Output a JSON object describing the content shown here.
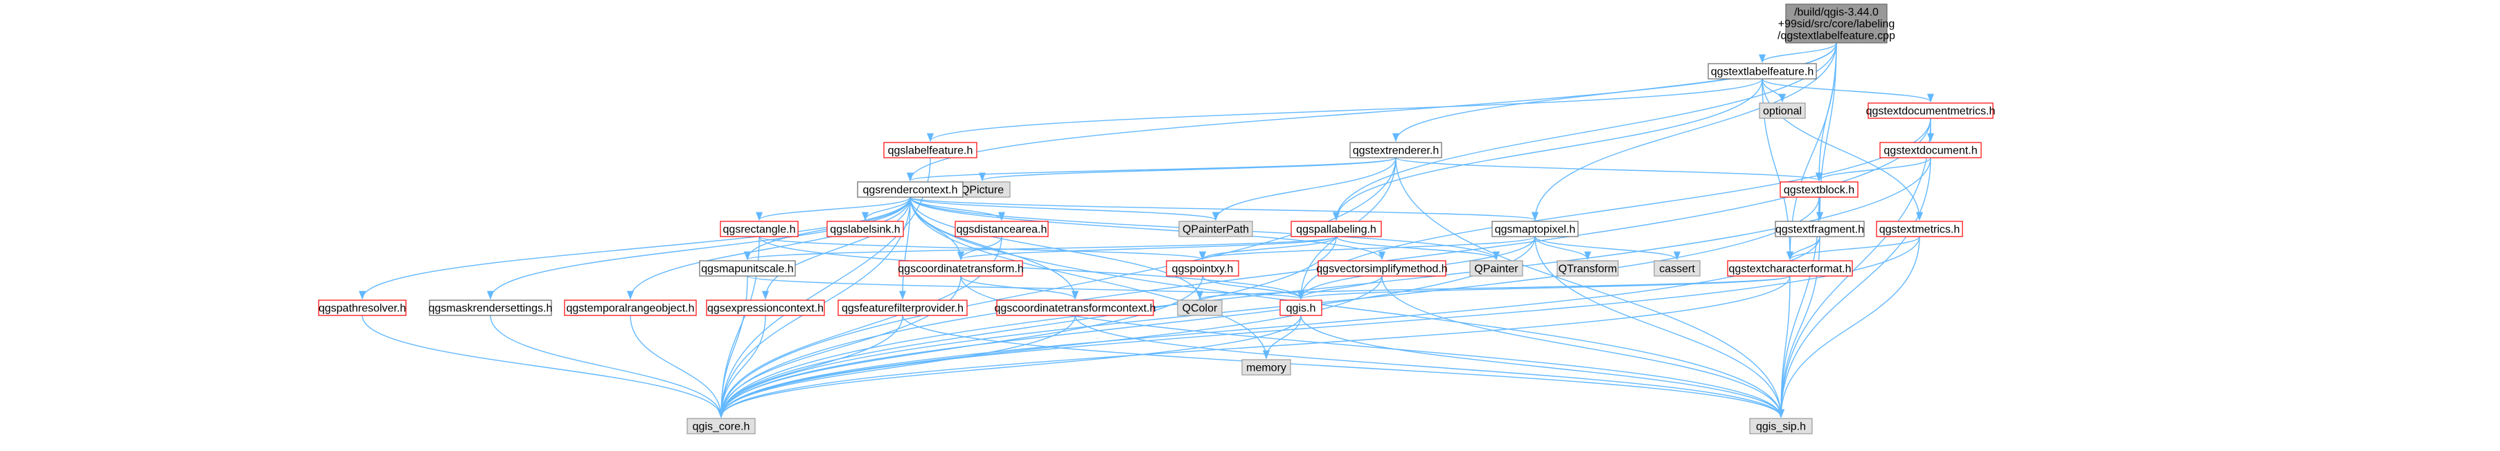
{
  "colors": {
    "root_fill": "#999999",
    "normal_fill": "#ffffff",
    "normal_stroke": "#666666",
    "red_stroke": "#ff0000",
    "gray_fill": "#e0e0e0",
    "gray_stroke": "#999999",
    "edge": "#63b8ff"
  },
  "nodes": [
    {
      "id": "root",
      "lines": [
        "/build/qgis-3.44.0",
        "+99sid/src/core/labeling",
        "/qgstextlabelfeature.cpp"
      ],
      "kind": "root"
    },
    {
      "id": "qgstextlabelfeature",
      "lines": [
        "qgstextlabelfeature.h"
      ],
      "kind": "normal"
    },
    {
      "id": "optional",
      "lines": [
        "optional"
      ],
      "kind": "gray"
    },
    {
      "id": "qgstextdocumentmetrics",
      "lines": [
        "qgstextdocumentmetrics.h"
      ],
      "kind": "red"
    },
    {
      "id": "qgslabelfeature",
      "lines": [
        "qgslabelfeature.h"
      ],
      "kind": "red"
    },
    {
      "id": "qgstextrenderer",
      "lines": [
        "qgstextrenderer.h"
      ],
      "kind": "normal"
    },
    {
      "id": "qgstextdocument",
      "lines": [
        "qgstextdocument.h"
      ],
      "kind": "red"
    },
    {
      "id": "qpicture",
      "lines": [
        "QPicture"
      ],
      "kind": "gray"
    },
    {
      "id": "qgsrendercontext",
      "lines": [
        "qgsrendercontext.h"
      ],
      "kind": "normal"
    },
    {
      "id": "qgstextblock",
      "lines": [
        "qgstextblock.h"
      ],
      "kind": "red"
    },
    {
      "id": "qgsrectangle",
      "lines": [
        "qgsrectangle.h"
      ],
      "kind": "red"
    },
    {
      "id": "qgslabelsink",
      "lines": [
        "qgslabelsink.h"
      ],
      "kind": "red"
    },
    {
      "id": "qgsdistancearea",
      "lines": [
        "qgsdistancearea.h"
      ],
      "kind": "red"
    },
    {
      "id": "qpainterpath",
      "lines": [
        "QPainterPath"
      ],
      "kind": "gray"
    },
    {
      "id": "qgspallabeling",
      "lines": [
        "qgspallabeling.h"
      ],
      "kind": "red"
    },
    {
      "id": "qgsmaptopixel",
      "lines": [
        "qgsmaptopixel.h"
      ],
      "kind": "normal"
    },
    {
      "id": "qgstextmetrics",
      "lines": [
        "qgstextmetrics.h"
      ],
      "kind": "red"
    },
    {
      "id": "qgstextfragment",
      "lines": [
        "qgstextfragment.h"
      ],
      "kind": "normal"
    },
    {
      "id": "qgsmapunitscale",
      "lines": [
        "qgsmapunitscale.h"
      ],
      "kind": "normal"
    },
    {
      "id": "qgscoordinatetransform",
      "lines": [
        "qgscoordinatetransform.h"
      ],
      "kind": "red"
    },
    {
      "id": "qgspointxy",
      "lines": [
        "qgspointxy.h"
      ],
      "kind": "red"
    },
    {
      "id": "qgsvectorsimplifymethod",
      "lines": [
        "qgsvectorsimplifymethod.h"
      ],
      "kind": "red"
    },
    {
      "id": "qpainter",
      "lines": [
        "QPainter"
      ],
      "kind": "gray"
    },
    {
      "id": "qtransform",
      "lines": [
        "QTransform"
      ],
      "kind": "gray"
    },
    {
      "id": "cassert",
      "lines": [
        "cassert"
      ],
      "kind": "gray"
    },
    {
      "id": "qgstextcharacterformat",
      "lines": [
        "qgstextcharacterformat.h"
      ],
      "kind": "red"
    },
    {
      "id": "qgspathresolver",
      "lines": [
        "qgspathresolver.h"
      ],
      "kind": "red"
    },
    {
      "id": "qgsmaskrendersettings",
      "lines": [
        "qgsmaskrendersettings.h"
      ],
      "kind": "normal"
    },
    {
      "id": "qgstemporalrangeobject",
      "lines": [
        "qgstemporalrangeobject.h"
      ],
      "kind": "red"
    },
    {
      "id": "qgsexpressioncontext",
      "lines": [
        "qgsexpressioncontext.h"
      ],
      "kind": "red"
    },
    {
      "id": "qgsfeaturefilterprovider",
      "lines": [
        "qgsfeaturefilterprovider.h"
      ],
      "kind": "red"
    },
    {
      "id": "qgscoordinatetransformcontext",
      "lines": [
        "qgscoordinatetransformcontext.h"
      ],
      "kind": "red"
    },
    {
      "id": "qcolor",
      "lines": [
        "QColor"
      ],
      "kind": "gray"
    },
    {
      "id": "qgis",
      "lines": [
        "qgis.h"
      ],
      "kind": "red"
    },
    {
      "id": "memory",
      "lines": [
        "memory"
      ],
      "kind": "gray"
    },
    {
      "id": "qgis_core",
      "lines": [
        "qgis_core.h"
      ],
      "kind": "gray"
    },
    {
      "id": "qgis_sip",
      "lines": [
        "qgis_sip.h"
      ],
      "kind": "gray"
    }
  ],
  "edges": [
    [
      "root",
      "qgstextlabelfeature"
    ],
    [
      "root",
      "qgstextrenderer"
    ],
    [
      "root",
      "qgsrendercontext"
    ],
    [
      "root",
      "qgspallabeling"
    ],
    [
      "root",
      "qgsmaptopixel"
    ],
    [
      "root",
      "qgstextblock"
    ],
    [
      "root",
      "qgstextfragment"
    ],
    [
      "root",
      "qgstextcharacterformat"
    ],
    [
      "qgstextlabelfeature",
      "optional"
    ],
    [
      "qgstextlabelfeature",
      "qgstextdocumentmetrics"
    ],
    [
      "qgstextlabelfeature",
      "qgslabelfeature"
    ],
    [
      "qgstextlabelfeature",
      "qgstextmetrics"
    ],
    [
      "qgstextlabelfeature",
      "qgspallabeling"
    ],
    [
      "qgstextlabelfeature",
      "qgstextcharacterformat"
    ],
    [
      "qgstextdocumentmetrics",
      "qgstextdocument"
    ],
    [
      "qgstextdocumentmetrics",
      "qgis_sip"
    ],
    [
      "qgstextdocumentmetrics",
      "qgis_core"
    ],
    [
      "qgstextdocumentmetrics",
      "qgis"
    ],
    [
      "qgslabelfeature",
      "qgis_core"
    ],
    [
      "qgstextrenderer",
      "qpicture"
    ],
    [
      "qgstextrenderer",
      "qgsrendercontext"
    ],
    [
      "qgstextrenderer",
      "qgstextblock"
    ],
    [
      "qgstextrenderer",
      "qgis_core"
    ],
    [
      "qgstextrenderer",
      "qgis_sip"
    ],
    [
      "qgstextrenderer",
      "qgis"
    ],
    [
      "qgstextrenderer",
      "qpainterpath"
    ],
    [
      "qgstextdocument",
      "qgstextblock"
    ],
    [
      "qgstextdocument",
      "qgis_sip"
    ],
    [
      "qgstextdocument",
      "qgis_core"
    ],
    [
      "qgstextblock",
      "qgstextfragment"
    ],
    [
      "qgstextblock",
      "qgis_sip"
    ],
    [
      "qgstextblock",
      "qgis_core"
    ],
    [
      "qgsrendercontext",
      "qgsrectangle"
    ],
    [
      "qgsrendercontext",
      "qgslabelsink"
    ],
    [
      "qgsrendercontext",
      "qgsdistancearea"
    ],
    [
      "qgsrendercontext",
      "qpainterpath"
    ],
    [
      "qgsrendercontext",
      "qgsmaptopixel"
    ],
    [
      "qgsrendercontext",
      "qgsmapunitscale"
    ],
    [
      "qgsrendercontext",
      "qgscoordinatetransform"
    ],
    [
      "qgsrendercontext",
      "qgsvectorsimplifymethod"
    ],
    [
      "qgsrendercontext",
      "qpainter"
    ],
    [
      "qgsrendercontext",
      "qgspathresolver"
    ],
    [
      "qgsrendercontext",
      "qgsmaskrendersettings"
    ],
    [
      "qgsrendercontext",
      "qgstemporalrangeobject"
    ],
    [
      "qgsrendercontext",
      "qgsexpressioncontext"
    ],
    [
      "qgsrendercontext",
      "qgsfeaturefilterprovider"
    ],
    [
      "qgsrendercontext",
      "qgscoordinatetransformcontext"
    ],
    [
      "qgsrendercontext",
      "qcolor"
    ],
    [
      "qgsrendercontext",
      "qgis_core"
    ],
    [
      "qgsrendercontext",
      "qgis_sip"
    ],
    [
      "qgsrendercontext",
      "memory"
    ],
    [
      "qgsrectangle",
      "qgis_core"
    ],
    [
      "qgsrectangle",
      "qgspointxy"
    ],
    [
      "qgsrectangle",
      "qgis"
    ],
    [
      "qgsdistancearea",
      "qgscoordinatetransform"
    ],
    [
      "qgsdistancearea",
      "qgis_core"
    ],
    [
      "qgspallabeling",
      "qgspointxy"
    ],
    [
      "qgspallabeling",
      "qgscoordinatetransform"
    ],
    [
      "qgspallabeling",
      "qgis_core"
    ],
    [
      "qgspallabeling",
      "qgsmapunitscale"
    ],
    [
      "qgspallabeling",
      "qpainter"
    ],
    [
      "qgsmaptopixel",
      "qtransform"
    ],
    [
      "qgsmaptopixel",
      "cassert"
    ],
    [
      "qgsmaptopixel",
      "qgspointxy"
    ],
    [
      "qgsmaptopixel",
      "qgis_core"
    ],
    [
      "qgsmaptopixel",
      "qgis_sip"
    ],
    [
      "qgsmaptopixel",
      "qgis"
    ],
    [
      "qgstextmetrics",
      "qgstextcharacterformat"
    ],
    [
      "qgstextmetrics",
      "qgis_sip"
    ],
    [
      "qgstextmetrics",
      "qgis_core"
    ],
    [
      "qgstextfragment",
      "qgstextcharacterformat"
    ],
    [
      "qgstextfragment",
      "qgis_sip"
    ],
    [
      "qgstextfragment",
      "qgis_core"
    ],
    [
      "qgsmapunitscale",
      "qgis_core"
    ],
    [
      "qgsmapunitscale",
      "qgis"
    ],
    [
      "qgscoordinatetransform",
      "qgscoordinatetransformcontext"
    ],
    [
      "qgscoordinatetransform",
      "qgis_core"
    ],
    [
      "qgscoordinatetransform",
      "qgis_sip"
    ],
    [
      "qgspointxy",
      "qgis"
    ],
    [
      "qgspointxy",
      "qgis_core"
    ],
    [
      "qgsvectorsimplifymethod",
      "qgis"
    ],
    [
      "qgsvectorsimplifymethod",
      "qgis_core"
    ],
    [
      "qgsvectorsimplifymethod",
      "qgis_sip"
    ],
    [
      "qgstextcharacterformat",
      "qcolor"
    ],
    [
      "qgstextcharacterformat",
      "qgis"
    ],
    [
      "qgstextcharacterformat",
      "qgis_core"
    ],
    [
      "qgstextcharacterformat",
      "qgis_sip"
    ],
    [
      "qgspathresolver",
      "qgis_core"
    ],
    [
      "qgsmaskrendersettings",
      "qgis_core"
    ],
    [
      "qgstemporalrangeobject",
      "qgis_core"
    ],
    [
      "qgsexpressioncontext",
      "qgis_core"
    ],
    [
      "qgsfeaturefilterprovider",
      "qgis_core"
    ],
    [
      "qgsfeaturefilterprovider",
      "qgis_sip"
    ],
    [
      "qgscoordinatetransformcontext",
      "qgis_core"
    ],
    [
      "qgscoordinatetransformcontext",
      "qgis_sip"
    ],
    [
      "qgis",
      "qgis_sip"
    ],
    [
      "qgis",
      "memory"
    ],
    [
      "qgis",
      "qgis_core"
    ]
  ]
}
